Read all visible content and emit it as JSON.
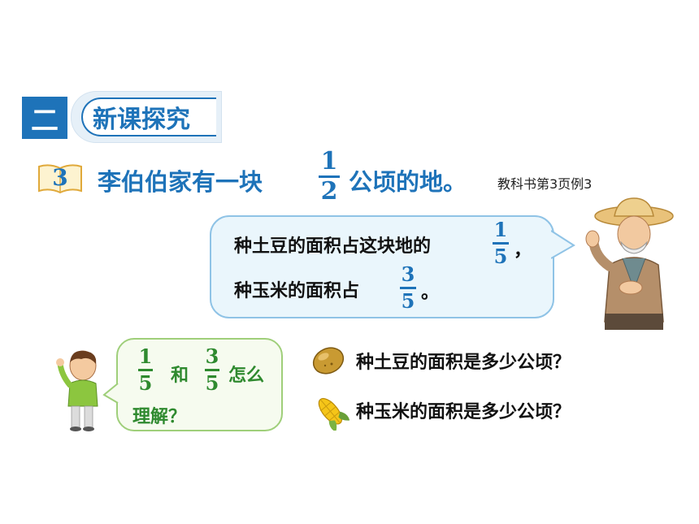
{
  "section": {
    "number": "二",
    "title": "新课探究"
  },
  "problem": {
    "number": "3",
    "text_before": "李伯伯家有一块",
    "fraction": {
      "numerator": "1",
      "denominator": "2"
    },
    "text_after": "公顷的地。",
    "reference": "教科书第3页例3"
  },
  "farmer_bubble": {
    "line1": "种土豆的面积占这块地的",
    "fraction1": {
      "numerator": "1",
      "denominator": "5"
    },
    "comma": "，",
    "line2": "种玉米的面积占",
    "fraction2": {
      "numerator": "3",
      "denominator": "5"
    },
    "period": "。"
  },
  "boy_bubble": {
    "fraction1": {
      "numerator": "1",
      "denominator": "5"
    },
    "and": "和",
    "fraction2": {
      "numerator": "3",
      "denominator": "5"
    },
    "how": "怎么",
    "line2": "理解？"
  },
  "questions": [
    {
      "icon": "potato-icon",
      "text": "种土豆的面积是多少公顷？"
    },
    {
      "icon": "corn-icon",
      "text": "种玉米的面积是多少公顷？"
    }
  ],
  "colors": {
    "accent_blue": "#1e73b9",
    "green_text": "#2f8a2f",
    "bubble_border": "#8fc3e6"
  }
}
